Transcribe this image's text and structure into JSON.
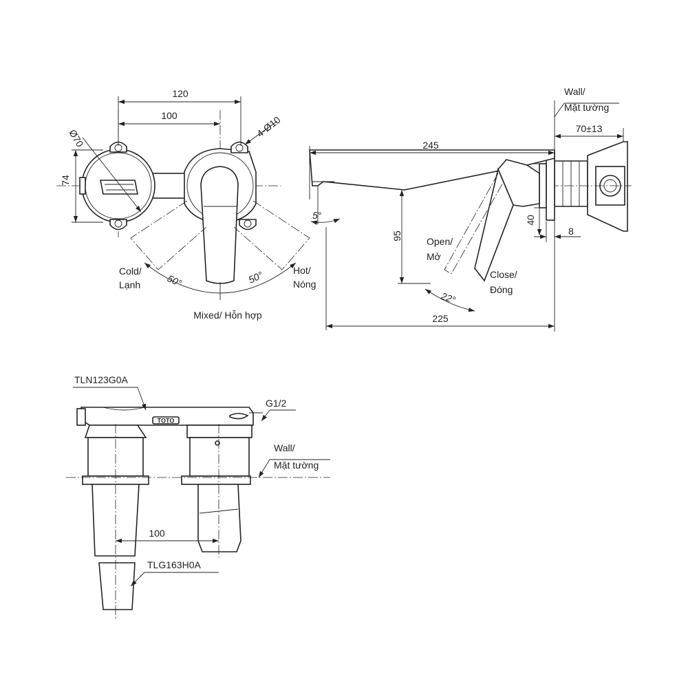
{
  "front_view": {
    "dim_120": "120",
    "dim_100": "100",
    "dim_phi70": "Ø70",
    "dim_4phi10": "4-Ø10",
    "dim_74": "74",
    "angle_left": "50°",
    "angle_right": "50°",
    "cold_line1": "Cold/",
    "cold_line2": "Lạnh",
    "hot_line1": "Hot/",
    "hot_line2": "Nóng",
    "mixed": "Mixed/ Hỗn hợp"
  },
  "side_view": {
    "wall_line1": "Wall/",
    "wall_line2": "Mặt tường",
    "dim_70_13": "70±13",
    "dim_245": "245",
    "dim_5deg": "5°",
    "dim_95": "95",
    "dim_40": "40",
    "dim_8": "8",
    "open_line1": "Open/",
    "open_line2": "Mở",
    "close_line1": "Close/",
    "close_line2": "Đóng",
    "angle_22": "22°",
    "dim_225": "225"
  },
  "top_view": {
    "part_top": "TLN123G0A",
    "part_bottom": "TLG163H0A",
    "thread": "G1/2",
    "wall_line1": "Wall/",
    "wall_line2": "Mặt tường",
    "dim_100": "100",
    "brand": "TOTO"
  }
}
